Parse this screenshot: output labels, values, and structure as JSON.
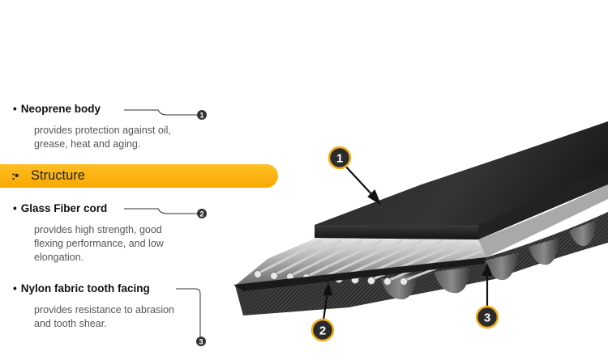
{
  "features": [
    {
      "number": "1",
      "title": "Neoprene body",
      "description": [
        "provides protection against oil,",
        "grease, heat and aging."
      ]
    },
    {
      "number": "2",
      "title": "Glass Fiber cord",
      "description": [
        "provides high strength, good",
        "flexing performance, and low",
        "elongation."
      ]
    },
    {
      "number": "3",
      "title": "Nylon fabric tooth facing",
      "description": [
        "provides resistance to abrasion",
        "and tooth shear."
      ]
    }
  ],
  "banner": {
    "icon": "colon-bullet-icon",
    "label": "Structure"
  },
  "colors": {
    "accent": "#f7a800",
    "belt": "#1f1f1f",
    "callout_border": "#f2b01e"
  }
}
